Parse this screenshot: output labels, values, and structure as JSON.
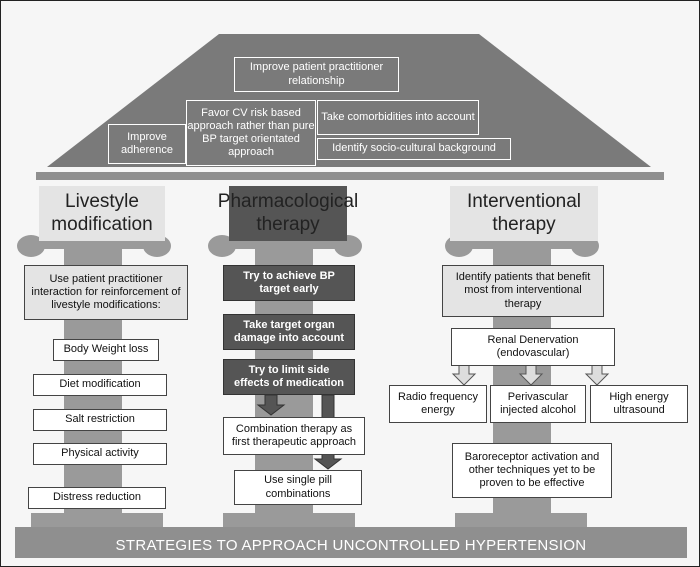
{
  "roof": {
    "relationship": "Improve patient practitioner relationship",
    "favor_cv": "Favor CV risk based approach rather than pure BP target orientated approach",
    "adherence": "Improve adherence",
    "comorbidities": "Take comorbidities into account",
    "socio_cultural": "Identify socio-cultural background"
  },
  "pillars": {
    "lifestyle": {
      "title": "Livestyle modification",
      "intro": "Use patient practitioner interaction for reinforcement of livestyle modifications:",
      "items": [
        "Body Weight loss",
        "Diet modification",
        "Salt restriction",
        "Physical activity",
        "Distress reduction"
      ]
    },
    "pharma": {
      "title": "Pharmacological therapy",
      "dark_items": [
        "Try to achieve BP target early",
        "Take target organ damage into account",
        "Try to limit side effects of medication"
      ],
      "combination": "Combination therapy as first therapeutic approach",
      "single_pill": "Use single pill combinations"
    },
    "interventional": {
      "title": "Interventional therapy",
      "intro": "Identify patients that benefit most from interventional therapy",
      "renal": "Renal Denervation (endovascular)",
      "options": [
        "Radio frequency energy",
        "Perivascular injected alcohol",
        "High energy ultrasound"
      ],
      "baroreceptor": "Baroreceptor activation and other techniques yet to be proven to be effective"
    }
  },
  "base_label": "STRATEGIES  TO APPROACH UNCONTROLLED HYPERTENSION",
  "colors": {
    "roof": "#7a7a7a",
    "pillar": "#9a9a9a",
    "dark": "#555555",
    "light": "#e4e4e4",
    "base": "#8f8f8f"
  }
}
